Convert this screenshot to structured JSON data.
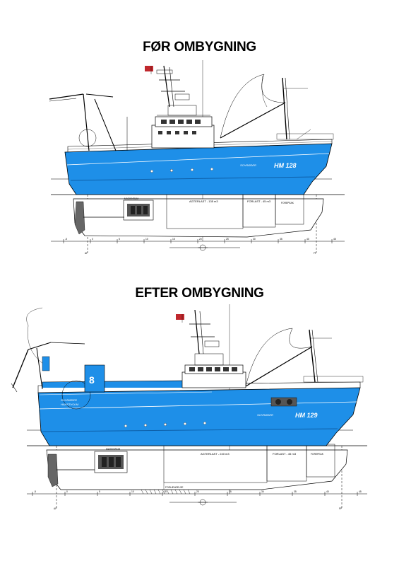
{
  "titles": {
    "before": "FØR OMBYGNING",
    "after": "EFTER OMBYGNING"
  },
  "vessel_before": {
    "registration": "HM 128",
    "name": "SCHRØDER",
    "labels": {
      "engine_room": "MASKINRUM",
      "aft_hold": "AGTERLAST - 135 m3",
      "fore_hold": "FORLAST - 45 m3",
      "fore_peak": "FOREPEAK"
    },
    "stations": [
      "-5",
      "0",
      "5",
      "10",
      "15",
      "20",
      "25",
      "30",
      "35",
      "40",
      "45"
    ],
    "markers": {
      "aft": "AP",
      "fore": "FP"
    }
  },
  "vessel_after": {
    "registration": "HM 129",
    "name": "SCHRØDER",
    "stern_name": "SCHRØDER",
    "stern_port": "HANSTHOLM",
    "labels": {
      "engine_room": "MASKINRUM",
      "aft_hold": "AGTERLAST - 240 m3",
      "fore_hold": "FORLAST - 45 m3",
      "fore_peak": "FOREPEAK",
      "extension": "FORLÆNGELSE"
    },
    "stations": [
      "-5",
      "0",
      "5",
      "10",
      "15",
      "20",
      "25",
      "30",
      "35",
      "40",
      "45"
    ],
    "markers": {
      "aft": "AP",
      "fore": "FP"
    }
  },
  "colors": {
    "hull_blue": "#1E8FE8",
    "hull_dark": "#0E5FA8",
    "line": "#000000",
    "flag": "#C0282D"
  }
}
